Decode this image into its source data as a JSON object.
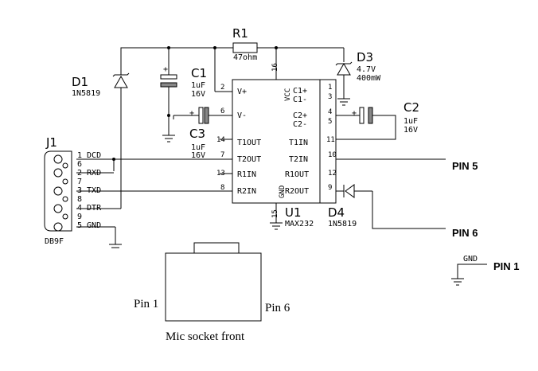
{
  "components": {
    "r1": {
      "ref": "R1",
      "value": "47ohm"
    },
    "d1": {
      "ref": "D1",
      "value": "1N5819"
    },
    "d3": {
      "ref": "D3",
      "value1": "4.7V",
      "value2": "400mW"
    },
    "d4": {
      "ref": "D4",
      "value": "1N5819"
    },
    "c1": {
      "ref": "C1",
      "value1": "1uF",
      "value2": "16V"
    },
    "c2": {
      "ref": "C2",
      "value1": "1uF",
      "value2": "16V"
    },
    "c3": {
      "ref": "C3",
      "value1": "1uF",
      "value2": "16V"
    },
    "u1": {
      "ref": "U1",
      "value": "MAX232"
    },
    "j1": {
      "ref": "J1",
      "value": "DB9F"
    }
  },
  "ic_pins": {
    "vplus": "V+",
    "vminus": "V-",
    "vcc": "VCC",
    "gnd": "GND",
    "c1p": "C1+",
    "c1m": "C1-",
    "c2p": "C2+",
    "c2m": "C2-",
    "t1out": "T1OUT",
    "t2out": "T2OUT",
    "r1in": "R1IN",
    "r2in": "R2IN",
    "t1in": "T1IN",
    "t2in": "T2IN",
    "r1out": "R1OUT",
    "r2out": "R2OUT",
    "n1": "1",
    "n2": "2",
    "n3": "3",
    "n4": "4",
    "n5": "5",
    "n6": "6",
    "n7": "7",
    "n8": "8",
    "n9": "9",
    "n10": "10",
    "n11": "11",
    "n12": "12",
    "n13": "13",
    "n14": "14",
    "n15": "15",
    "n16": "16"
  },
  "db9_pins": {
    "p1": "1 DCD",
    "p6": "6",
    "p2": "2 RXD",
    "p7": "7",
    "p3": "3 TXD",
    "p8": "8",
    "p4": "4 DTR",
    "p9": "9",
    "p5": "5 GND"
  },
  "plus_sign": "+",
  "outputs": {
    "pin5": "PIN 5",
    "pin6": "PIN 6",
    "pin1": "PIN 1",
    "gnd": "GND"
  },
  "mic": {
    "left": "Pin 1",
    "right": "Pin 6",
    "caption": "Mic socket front"
  }
}
